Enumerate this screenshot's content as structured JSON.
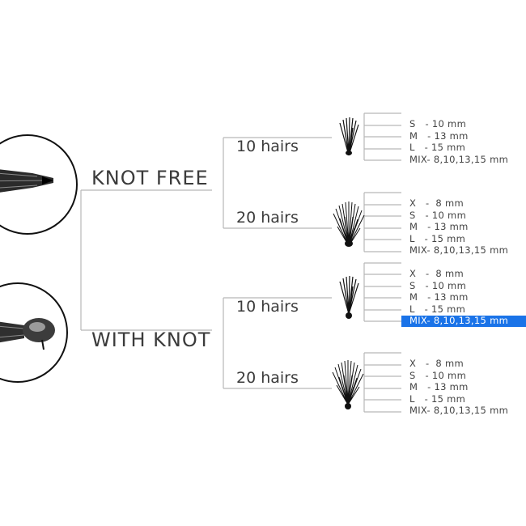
{
  "branches": [
    {
      "label": "KNOT FREE",
      "subs": [
        {
          "hairs": "10 hairs",
          "sizes": [
            "S   - 10 mm",
            "M   - 13 mm",
            "L   - 15 mm",
            "MIX- 8,10,13,15 mm"
          ],
          "highlight": -1
        },
        {
          "hairs": "20 hairs",
          "sizes": [
            "X   -  8 mm",
            "S   - 10 mm",
            "M   - 13 mm",
            "L   - 15 mm",
            "MIX- 8,10,13,15 mm"
          ],
          "highlight": -1
        }
      ]
    },
    {
      "label": "WITH KNOT",
      "subs": [
        {
          "hairs": "10 hairs",
          "sizes": [
            "X   -  8 mm",
            "S   - 10 mm",
            "M   - 13 mm",
            "L   - 15 mm",
            "MIX- 8,10,13,15 mm"
          ],
          "highlight": 4
        },
        {
          "hairs": "20 hairs",
          "sizes": [
            "X   -  8 mm",
            "S   - 10 mm",
            "M   - 13 mm",
            "L   - 15 mm",
            "MIX- 8,10,13,15 mm"
          ],
          "highlight": -1
        }
      ]
    }
  ],
  "colors": {
    "line": "#b8b8b8",
    "highlight": "#1a73e8",
    "ink": "#111111"
  }
}
